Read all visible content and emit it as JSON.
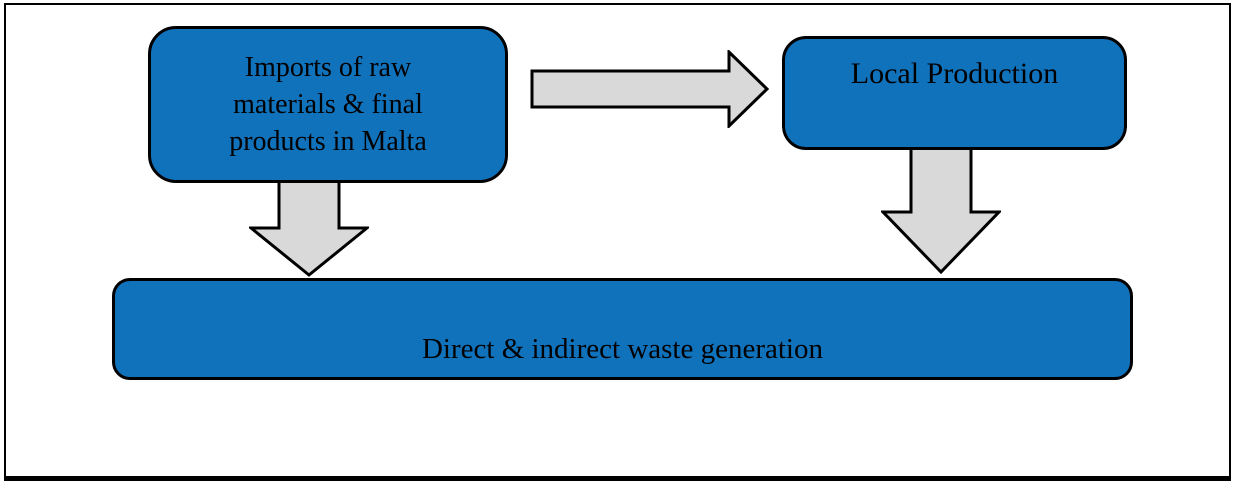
{
  "diagram": {
    "type": "flowchart",
    "colors": {
      "node_fill": "#1172BC",
      "node_border": "#000000",
      "arrow_fill": "#D9D9D9",
      "arrow_border": "#000000",
      "frame_border": "#000000",
      "background": "#FFFFFF",
      "text": "#000000"
    },
    "nodes": {
      "imports": {
        "label": "Imports of raw\nmaterials & final\nproducts in Malta"
      },
      "local_production": {
        "label": "Local Production"
      },
      "waste_generation": {
        "label": "Direct & indirect waste generation"
      }
    },
    "connectors": [
      {
        "name": "imports-to-local-production",
        "direction": "right"
      },
      {
        "name": "imports-to-waste-generation",
        "direction": "down"
      },
      {
        "name": "local-production-to-waste-generation",
        "direction": "down"
      }
    ]
  }
}
